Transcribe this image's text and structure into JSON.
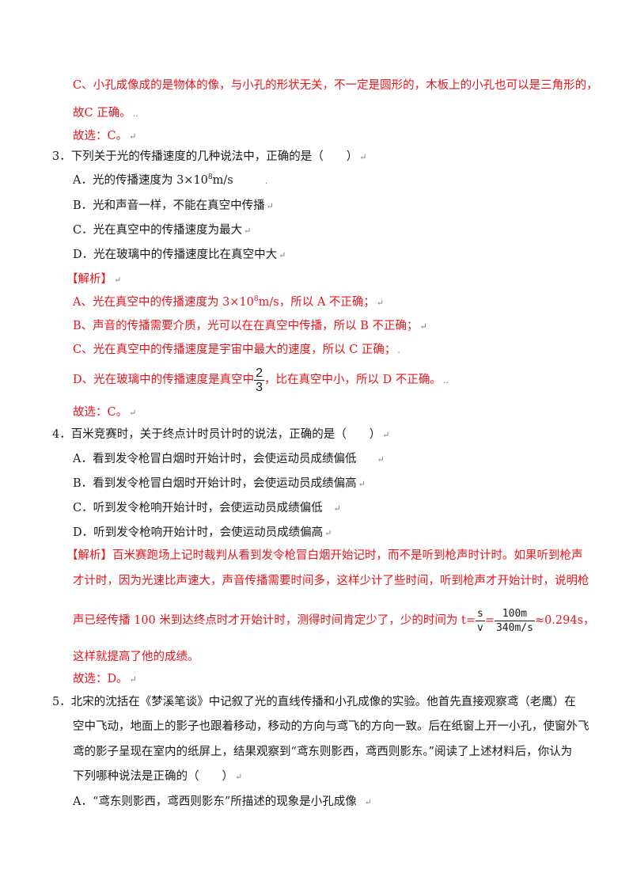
{
  "lines": {
    "c_opt": "C、小孔成像成的是物体的像，与小孔的形状无关，不一定是圆形的，木板上的小孔也可以是三角形的，",
    "c_opt_2": "故C 正确。",
    "ans_prev": "故选：C。",
    "q3": "3．下列关于光的传播速度的几种说法中，正确的是（　　）",
    "q3a_pre": "A．光的传播速度为 3×10",
    "q3a_exp": "8",
    "q3a_post": "m/s",
    "q3b": "B．光和声音一样，不能在真空中传播",
    "q3c": "C．光在真空中的传播速度为最大",
    "q3d": "D．光在玻璃中的传播速度比在真空中大",
    "jiexi": "【解析】",
    "e1_pre": "A、光在真空中的传播速度为 3×10",
    "e1_exp": "8",
    "e1_post": "m/s，所以 A 不正确；",
    "e2": "B、声音的传播需要介质，光可以在在真空中传播，所以 B 不正确；",
    "e3": "C、光在真空中的传播速度是宇宙中最大的速度，所以 C 正确；",
    "e4_pre": "D、光在玻璃中的传播速度是真空中",
    "e4_num": "2",
    "e4_den": "3",
    "e4_post": "，比在真空中小，所以 D 不正确。",
    "ans3": "故选：C。",
    "q4": "4．百米竞赛时，关于终点计时员计时的说法，正确的是（　　）",
    "q4a": "A．看到发令枪冒白烟时开始计时，会使运动员成绩偏低",
    "q4b": "B．看到发令枪冒白烟时开始计时，会使运动员成绩偏高",
    "q4c": "C．听到发令枪响开始计时，会使运动员成绩偏低",
    "q4d": "D．听到发令枪响开始计时，会使运动员成绩偏高",
    "e4a_tag": "【解析】",
    "e4a": "百米赛跑场上记时裁判从看到发令枪冒白烟开始记时，而不是听到枪声时计时。如果听到枪声",
    "e4b": "才计时，因为光速比声速大，声音传播需要时间多，这样少计了些时间，听到枪声才开始计时，说明枪",
    "e4c_pre": "声已经传播 100 米到达终点时才开始计时，测得时间肯定少了，少的时间为 t=",
    "f1_num": "s",
    "f1_den": "v",
    "f_eq": "=",
    "f2_num": "100m",
    "f2_den": "340m/s",
    "e4c_post": "≈0.294s，",
    "e4d": "这样就提高了他的成绩。",
    "ans4": "故选：D。",
    "q5a": "5．北宋的沈括在《梦溪笔谈》中记叙了光的直线传播和小孔成像的实验。他首先直接观察鸢（老鹰）在",
    "q5b": "空中飞动，地面上的影子也跟着移动，移动的方向与鸢飞的方向一致。后在纸窗上开一小孔，使窗外飞",
    "q5c": "鸢的影子呈现在室内的纸屏上，结果观察到“鸢东则影西，鸢西则影东。”阅读了上述材料后，你认为",
    "q5d": "下列哪种说法是正确的（　　）",
    "q5opt_a": "A．“鸢东则影西，鸢西则影东”所描述的现象是小孔成像"
  },
  "marks": {
    "para": "↵",
    "dots": ".",
    "dots2": "..",
    "semi": "；↵"
  },
  "colors": {
    "answer_red": "#e8141c",
    "text_black": "#1a1a1a"
  }
}
